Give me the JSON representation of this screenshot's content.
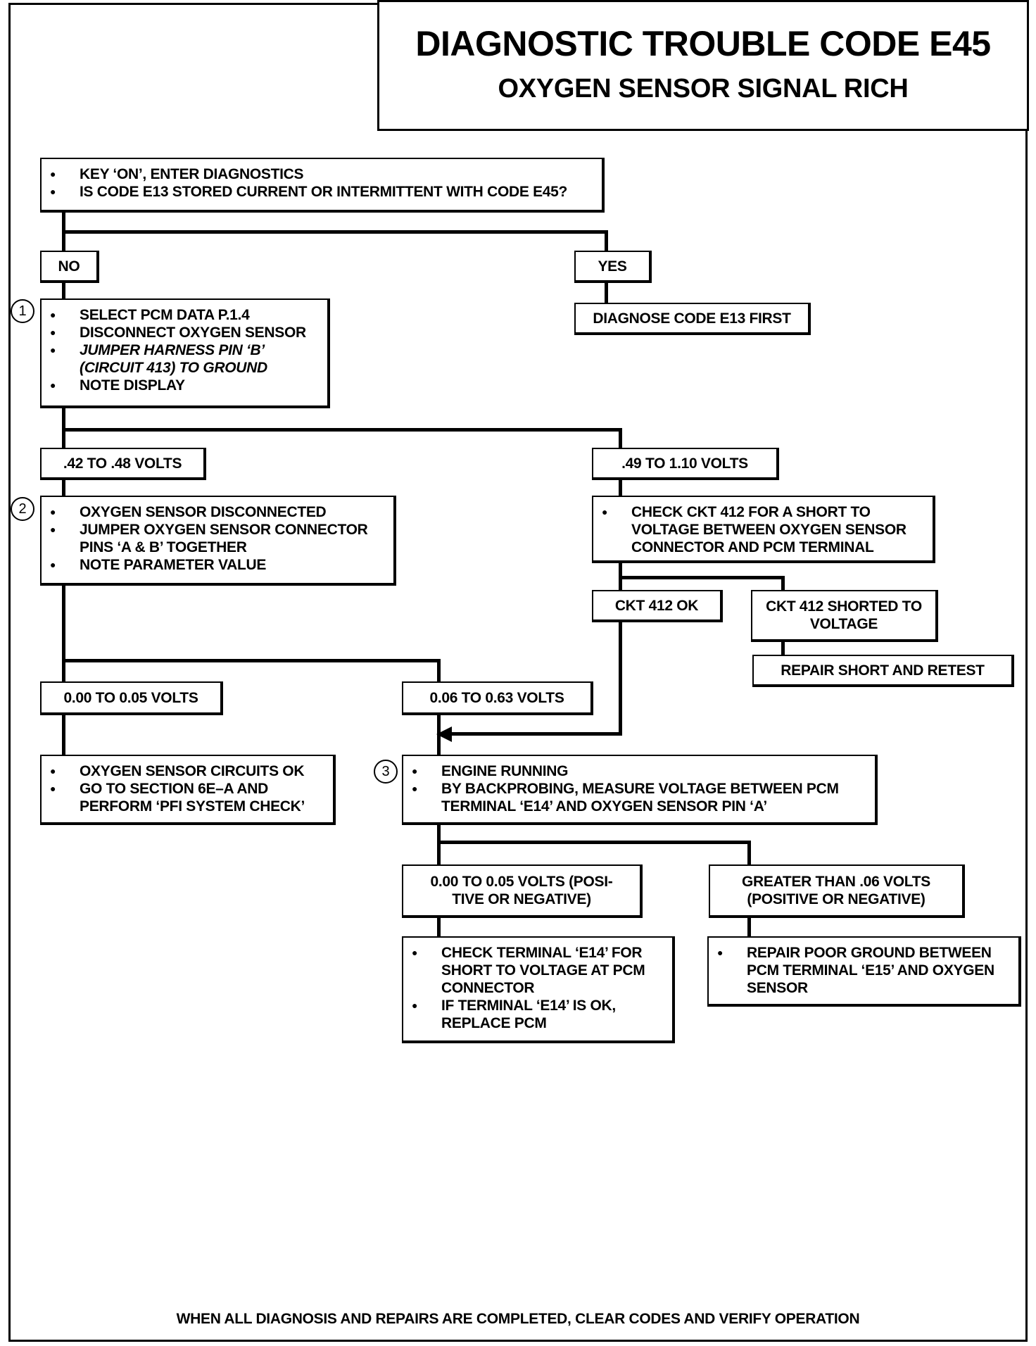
{
  "title": "DIAGNOSTIC TROUBLE CODE E45",
  "subtitle": "OXYGEN SENSOR SIGNAL RICH",
  "footer": "WHEN ALL DIAGNOSIS AND REPAIRS ARE COMPLETED, CLEAR CODES AND VERIFY OPERATION",
  "start": {
    "items": [
      "KEY ‘ON’, ENTER DIAGNOSTICS",
      "IS CODE E13 STORED CURRENT OR INTERMITTENT WITH CODE E45?"
    ]
  },
  "branch1": {
    "no": "NO",
    "yes": "YES",
    "yes_action": "DIAGNOSE CODE E13 FIRST"
  },
  "step1": {
    "number": "1",
    "items": [
      "SELECT PCM DATA P.1.4",
      "DISCONNECT OXYGEN SENSOR",
      "JUMPER HARNESS PIN ‘B’ (CIRCUIT 413) TO GROUND",
      "NOTE  DISPLAY"
    ]
  },
  "branch2": {
    "low": ".42 TO .48 VOLTS",
    "high": ".49 TO 1.10 VOLTS",
    "high_action": "CHECK CKT 412 FOR A SHORT TO VOLTAGE BETWEEN OXYGEN SENSOR CONNECTOR AND PCM TERMINAL",
    "ok": "CKT 412 OK",
    "shorted": "CKT 412 SHORTED TO VOLTAGE",
    "repair": "REPAIR SHORT AND RETEST"
  },
  "step2": {
    "number": "2",
    "items": [
      "OXYGEN SENSOR DISCONNECTED",
      "JUMPER OXYGEN SENSOR CONNECTOR PINS ‘A & B’ TOGETHER",
      "NOTE PARAMETER VALUE"
    ]
  },
  "branch3": {
    "low": "0.00 TO 0.05 VOLTS",
    "high": "0.06 TO 0.63 VOLTS",
    "low_items": [
      "OXYGEN  SENSOR CIRCUITS OK",
      "GO TO SECTION 6E–A AND PERFORM ‘PFI SYSTEM CHECK’"
    ]
  },
  "step3": {
    "number": "3",
    "items": [
      "ENGINE RUNNING",
      "BY BACKPROBING, MEASURE  VOLTAGE BETWEEN PCM TERMINAL ‘E14’ AND OXYGEN SENSOR PIN ‘A’"
    ]
  },
  "branch4": {
    "low": "0.00 TO 0.05 VOLTS (POSI- TIVE OR NEGATIVE)",
    "high": "GREATER THAN .06 VOLTS (POSITIVE OR NEGATIVE)",
    "low_items": [
      "CHECK TERMINAL ‘E14’ FOR SHORT TO VOLTAGE AT PCM CONNECTOR",
      "IF TERMINAL ‘E14’ IS OK, REPLACE PCM"
    ],
    "high_items": [
      "REPAIR POOR GROUND BETWEEN PCM TERMINAL ‘E15’ AND OXYGEN SENSOR"
    ]
  }
}
